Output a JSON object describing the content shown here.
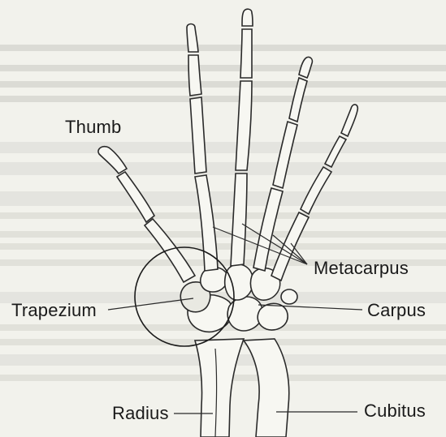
{
  "labels": {
    "thumb": "Thumb",
    "metacarpus": "Metacarpus",
    "carpus": "Carpus",
    "trapezium": "Trapezium",
    "radius": "Radius",
    "cubitus": "Cubitus"
  },
  "colors": {
    "background": "#f2f2ec",
    "ink": "#1a1a1a",
    "bleed_through_text": "#d9d9d3"
  }
}
